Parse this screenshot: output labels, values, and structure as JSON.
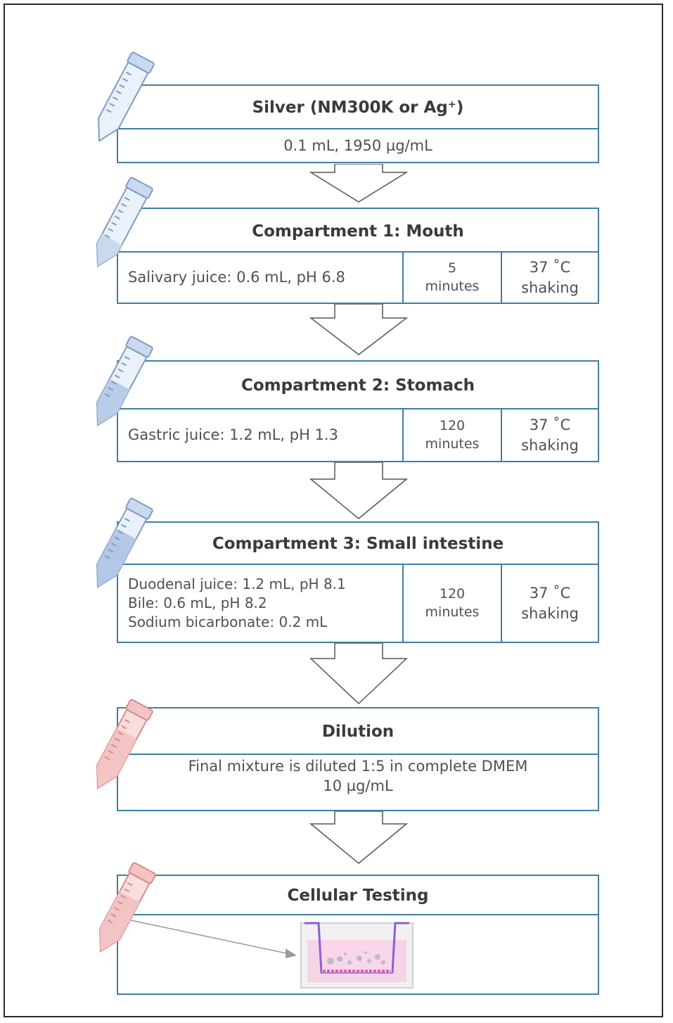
{
  "steps": [
    {
      "title": "Silver (NM300K or Ag⁺)",
      "detail": "0.1 mL, 1950 µg/mL"
    },
    {
      "title": "Compartment 1: Mouth",
      "detail": "Salivary juice: 0.6 mL, pH 6.8",
      "time": [
        "5",
        "minutes"
      ],
      "cond": [
        "37 ˚C",
        "shaking"
      ]
    },
    {
      "title": "Compartment 2: Stomach",
      "detail": "Gastric juice: 1.2 mL, pH 1.3",
      "time": [
        "120",
        "minutes"
      ],
      "cond": [
        "37 ˚C",
        "shaking"
      ]
    },
    {
      "title": "Compartment 3: Small intestine",
      "detail_lines": [
        "Duodenal juice: 1.2 mL,  pH 8.1",
        "Bile: 0.6 mL, pH 8.2",
        "Sodium  bicarbonate: 0.2 mL"
      ],
      "time": [
        "120",
        "minutes"
      ],
      "cond": [
        "37 ˚C",
        "shaking"
      ]
    },
    {
      "title": "Dilution",
      "detail_lines": [
        "Final mixture is diluted 1:5 in complete DMEM",
        "10 µg/mL"
      ]
    },
    {
      "title": "Cellular Testing"
    }
  ],
  "colors": {
    "border": "#3f7fa3",
    "tube_blue": "#c9d9ee",
    "tube_blue_stroke": "#7d9cc4",
    "tube_red": "#f3c4c4",
    "tube_red_stroke": "#d98a8a",
    "well_purple": "#8c5fd6",
    "well_fill": "#f5c7e3",
    "cells": "#e04a8a"
  },
  "icons": [
    "centrifuge-tube-icon",
    "down-arrow-icon",
    "transwell-icon",
    "pointer-arrow-icon"
  ]
}
